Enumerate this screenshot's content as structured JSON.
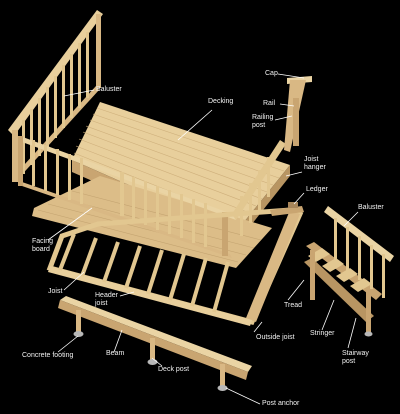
{
  "labels": {
    "baluster_left": "Baluster",
    "decking": "Decking",
    "cap": "Cap",
    "rail": "Rail",
    "railing_post": "Railing\npost",
    "joist_hanger": "Joist\nhanger",
    "ledger": "Ledger",
    "baluster_right": "Baluster",
    "facing_board": "Facing\nboard",
    "joist": "Joist",
    "header_joist": "Header\njoist",
    "tread": "Tread",
    "stringer": "Stringer",
    "stairway_post": "Stairway\npost",
    "outside_joist": "Outside joist",
    "concrete_footing": "Concrete footing",
    "beam": "Beam",
    "deck_post": "Deck post",
    "post_anchor": "Post anchor"
  },
  "colors": {
    "background": "#000000",
    "wood_light": "#e8cf9c",
    "wood_mid": "#d9b884",
    "wood_dark": "#b89562",
    "label_text": "#f2f2f2",
    "leader_line": "#ffffff"
  }
}
